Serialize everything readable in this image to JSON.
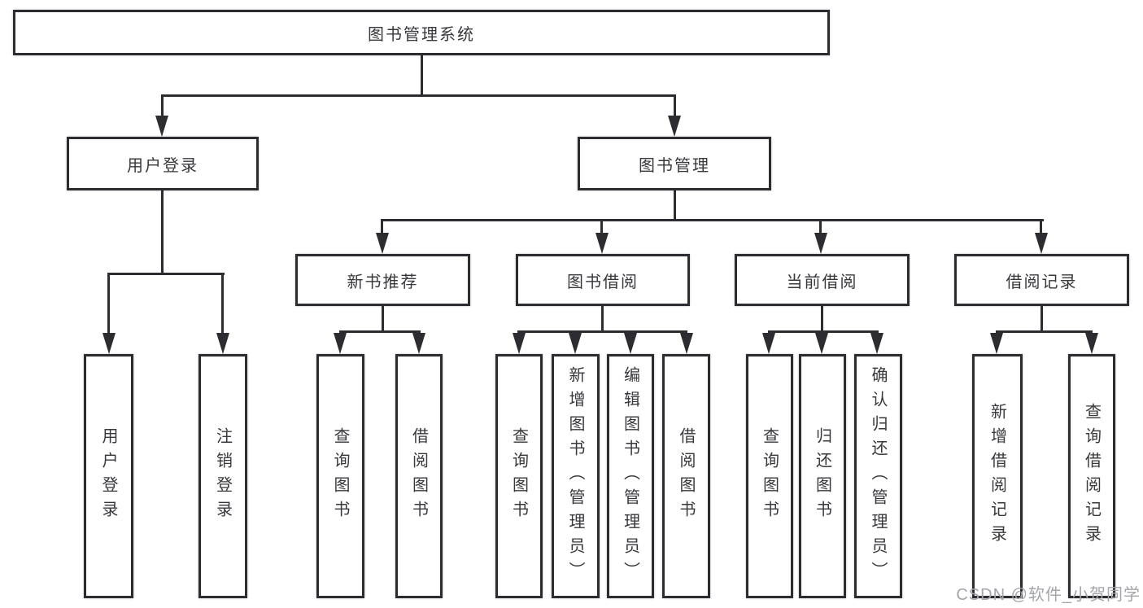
{
  "tree": {
    "label": "图书管理系统",
    "children": [
      {
        "label": "用户登录",
        "children": [
          {
            "label": "用户登录"
          },
          {
            "label": "注销登录"
          }
        ]
      },
      {
        "label": "图书管理",
        "children": [
          {
            "label": "新书推荐",
            "children": [
              {
                "label": "查询图书"
              },
              {
                "label": "借阅图书"
              }
            ]
          },
          {
            "label": "图书借阅",
            "children": [
              {
                "label": "查询图书"
              },
              {
                "label": "新增图书（管理员）"
              },
              {
                "label": "编辑图书（管理员）"
              },
              {
                "label": "借阅图书"
              }
            ]
          },
          {
            "label": "当前借阅",
            "children": [
              {
                "label": "查询图书"
              },
              {
                "label": "归还图书"
              },
              {
                "label": "确认归还（管理员）"
              }
            ]
          },
          {
            "label": "借阅记录",
            "children": [
              {
                "label": "新增借阅记录"
              },
              {
                "label": "查询借阅记录"
              }
            ]
          }
        ]
      }
    ]
  },
  "watermark": {
    "text": "CSDN @软件_小贺同学"
  },
  "colors": {
    "line": "#2d2d31",
    "box_border": "#2d2d31",
    "box_fill": "#ffffff",
    "text": "#38383c",
    "watermark": "#a3a5aa"
  }
}
